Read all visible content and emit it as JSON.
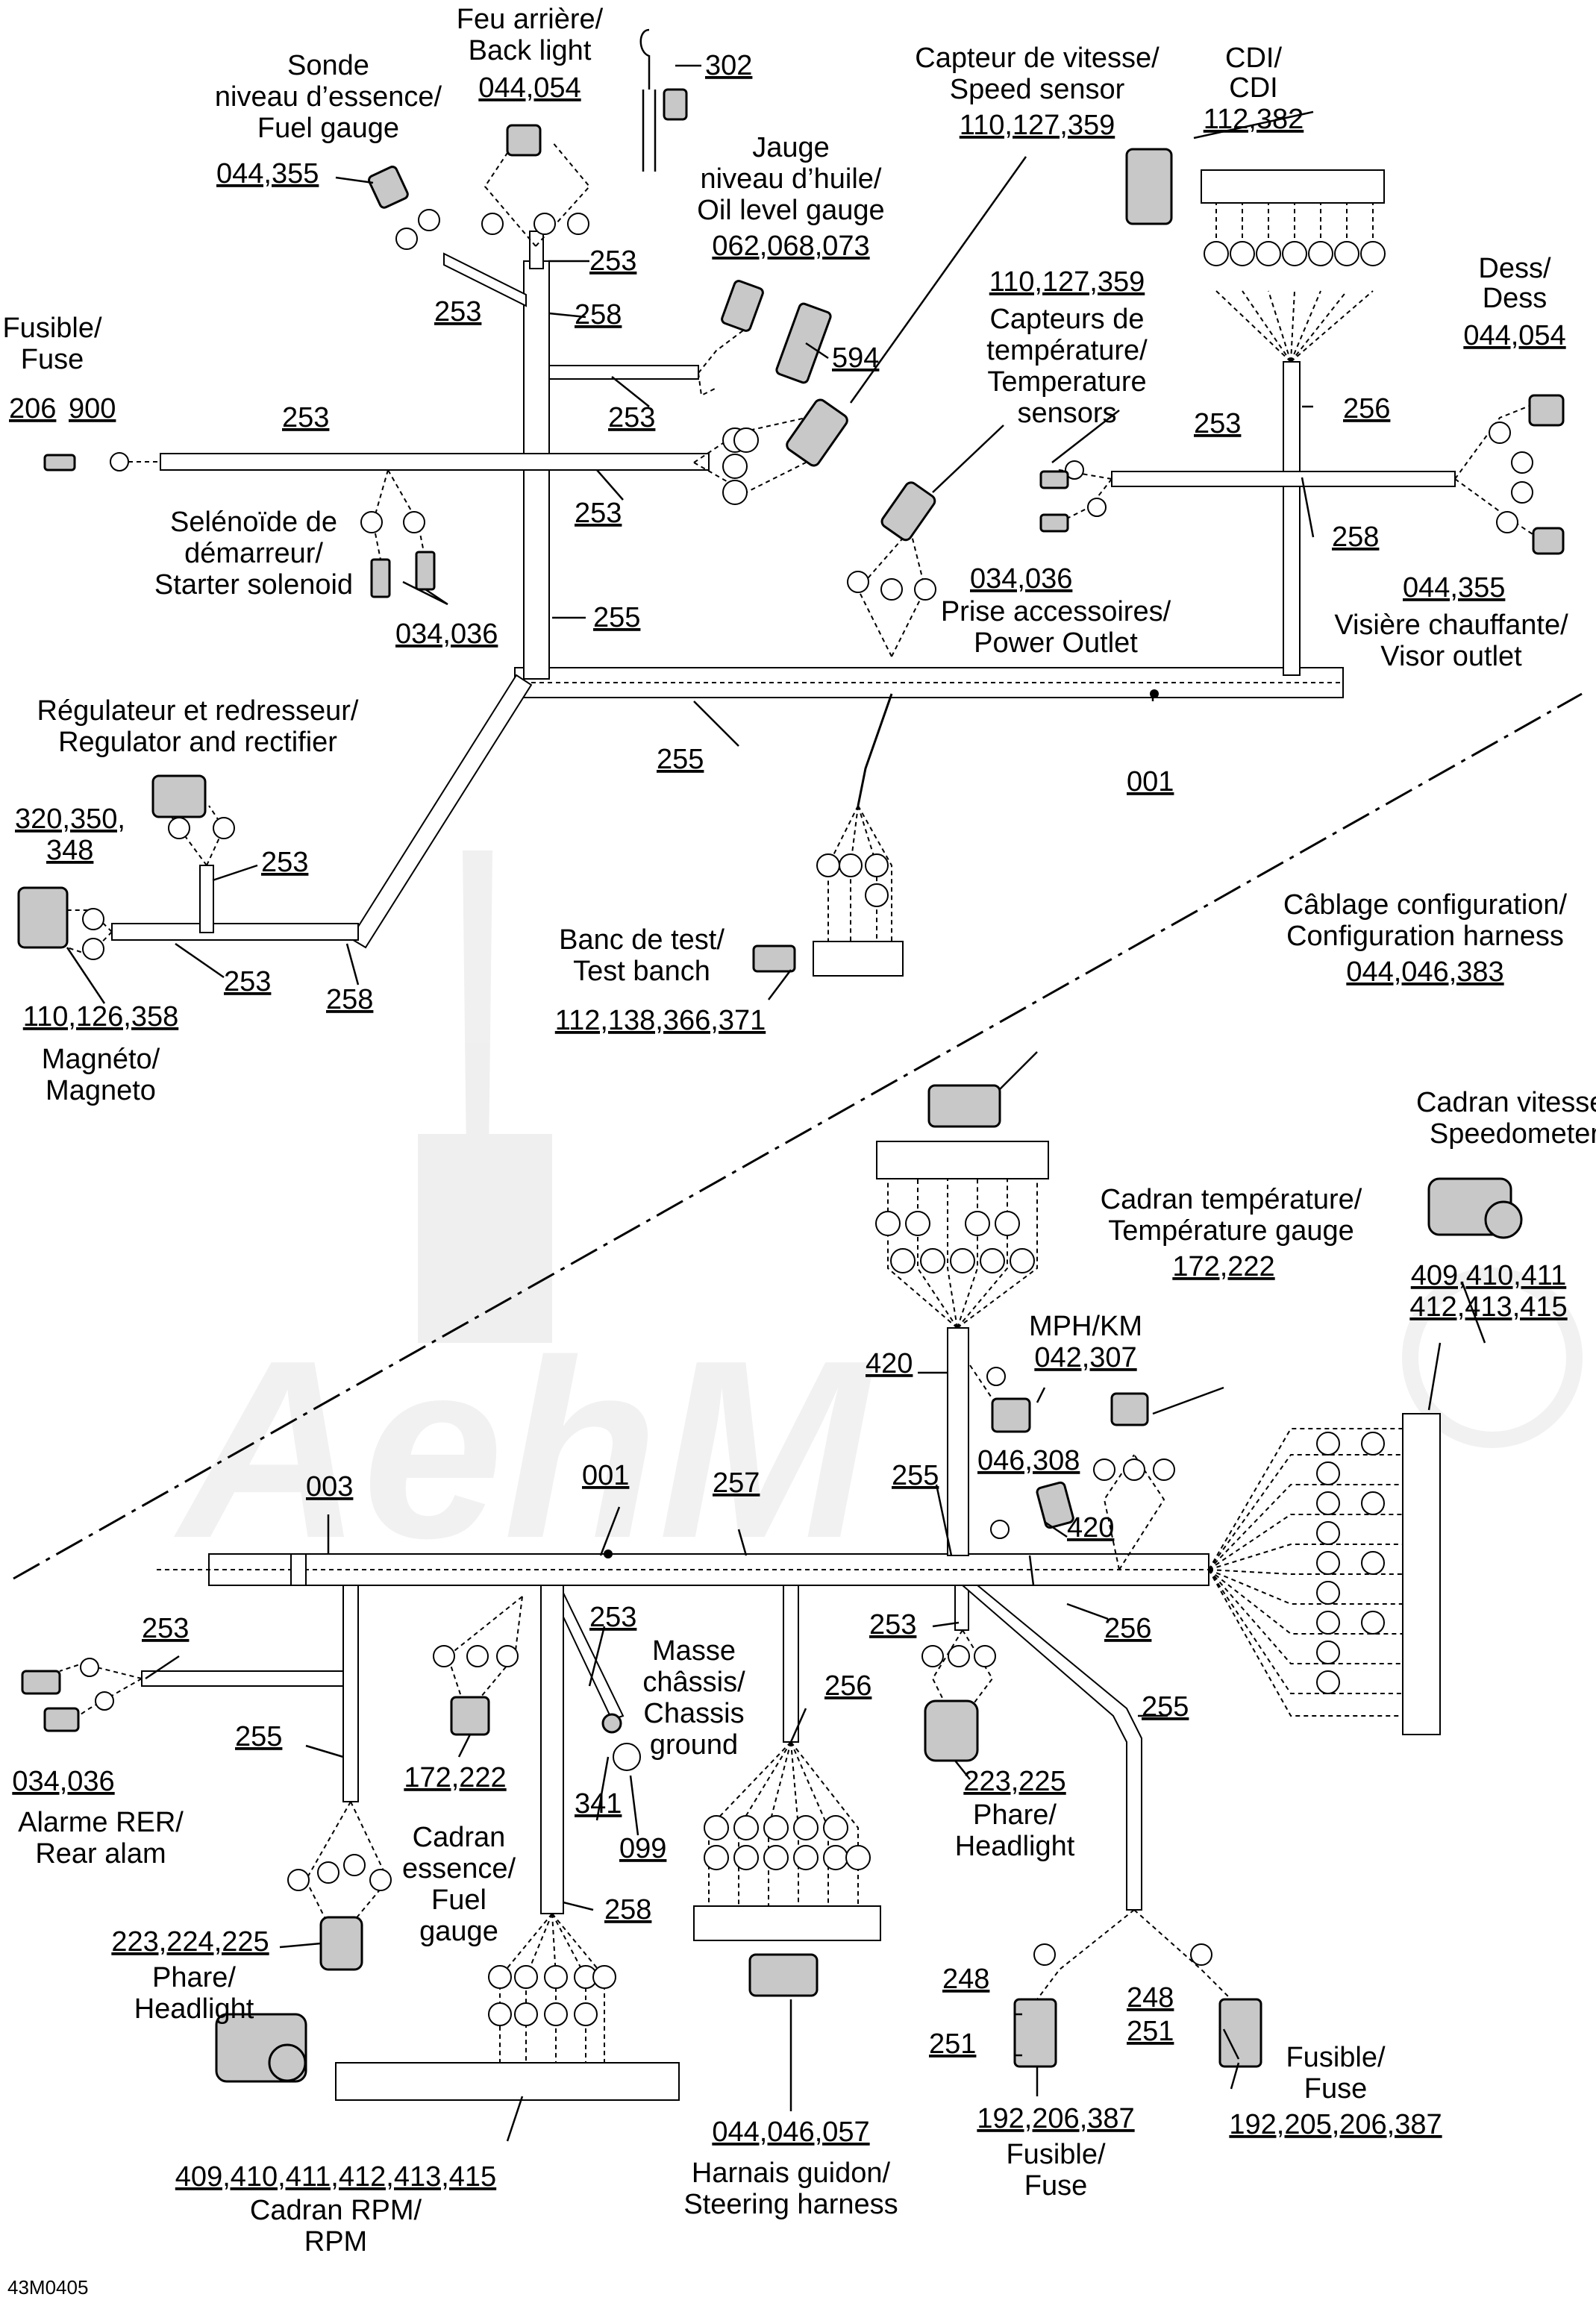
{
  "watermark": "AehM",
  "drawing_code": "43M0405",
  "labels": {
    "feu_arriere": [
      "Feu arrière/",
      "Back light"
    ],
    "feu_arriere_ref": "044,054",
    "ref_302": "302",
    "sonde": [
      "Sonde",
      "niveau d’essence/",
      "Fuel gauge"
    ],
    "sonde_ref": "044,355",
    "jauge": [
      "Jauge",
      "niveau d’huile/",
      "Oil level gauge"
    ],
    "jauge_ref": "062,068,073",
    "ref_594": "594",
    "capteur_vitesse": [
      "Capteur de vitesse/",
      "Speed sensor"
    ],
    "capteur_vitesse_ref": "110,127,359",
    "cdi": [
      "CDI/",
      "CDI"
    ],
    "cdi_ref": "112,382",
    "capteurs_temp_ref": "110,127,359",
    "capteurs_temp": [
      "Capteurs de",
      "température/",
      "Temperature",
      "sensors"
    ],
    "dess": [
      "Dess/",
      "Dess"
    ],
    "dess_ref": "044,054",
    "fusible": [
      "Fusible/",
      "Fuse"
    ],
    "fusible_refs": [
      "206",
      "900"
    ],
    "solenoid": [
      "Selénoïde de",
      "démarreur/",
      "Starter solenoid"
    ],
    "solenoid_ref": "034,036",
    "prise": [
      "Prise accessoires/",
      "Power Outlet"
    ],
    "prise_ref": "034,036",
    "visiere_ref": "044,355",
    "visiere": [
      "Visière chauffante/",
      "Visor outlet"
    ],
    "regulateur": [
      "Régulateur et redresseur/",
      "Regulator and rectifier"
    ],
    "regulateur_ref": [
      "320,350,",
      "348"
    ],
    "magneto_ref": "110,126,358",
    "magneto": [
      "Magnéto/",
      "Magneto"
    ],
    "banc": [
      "Banc de test/",
      "Test banch"
    ],
    "banc_ref": "112,138,366,371",
    "cablage": [
      "Câblage configuration/",
      "Configuration harness"
    ],
    "cablage_ref": "044,046,383",
    "cadran_vitesse": [
      "Cadran vitesse/",
      "Speedometer"
    ],
    "cadran_vitesse_ref": [
      "409,410,411",
      "412,413,415"
    ],
    "cadran_temp": [
      "Cadran température/",
      "Température gauge"
    ],
    "cadran_temp_ref": "172,222",
    "mph": "MPH/KM",
    "mph_ref": "042,307",
    "ref_046_308": "046,308",
    "alarme_ref": "034,036",
    "alarme": [
      "Alarme RER/",
      "Rear alam"
    ],
    "ref_172_222": "172,222",
    "masse": [
      "Masse",
      "châssis/",
      "Chassis",
      "ground"
    ],
    "ref_341": "341",
    "ref_099": "099",
    "phare_left_ref": "223,224,225",
    "phare_left": [
      "Phare/",
      "Headlight"
    ],
    "cadran_essence": [
      "Cadran",
      "essence/",
      "Fuel",
      "gauge"
    ],
    "phare_right_ref": "223,225",
    "phare_right": [
      "Phare/",
      "Headlight"
    ],
    "harnais_ref": "044,046,057",
    "harnais": [
      "Harnais guidon/",
      "Steering harness"
    ],
    "rpm_ref": "409,410,411,412,413,415",
    "rpm": [
      "Cadran RPM/",
      "RPM"
    ],
    "fuse_left_refs": [
      "248",
      "251"
    ],
    "fuse_left_ref": "192,206,387",
    "fuse_left": [
      "Fusible/",
      "Fuse"
    ],
    "fuse_right_refs": [
      "248",
      "251"
    ],
    "fuse_right": [
      "Fusible/",
      "Fuse"
    ],
    "fuse_right_ref": "192,205,206,387"
  },
  "harness_refs": {
    "top_253_a": "253",
    "top_253_b": "253",
    "top_258_a": "258",
    "top_253_c": "253",
    "top_253_main": "253",
    "top_253_d": "253",
    "top_255": "255",
    "top_256": "256",
    "top_253_right": "253",
    "top_258_right": "258",
    "top_255_b": "255",
    "top_001": "001",
    "top_253_reg": "253",
    "top_253_mag": "253",
    "top_258_mag": "258",
    "bot_420_a": "420",
    "bot_255_a": "255",
    "bot_003": "003",
    "bot_001": "001",
    "bot_257": "257",
    "bot_420_b": "420",
    "bot_253_a": "253",
    "bot_253_b": "253",
    "bot_253_c": "253",
    "bot_256_a": "256",
    "bot_256_b": "256",
    "bot_255_b": "255",
    "bot_255_c": "255",
    "bot_258": "258"
  }
}
